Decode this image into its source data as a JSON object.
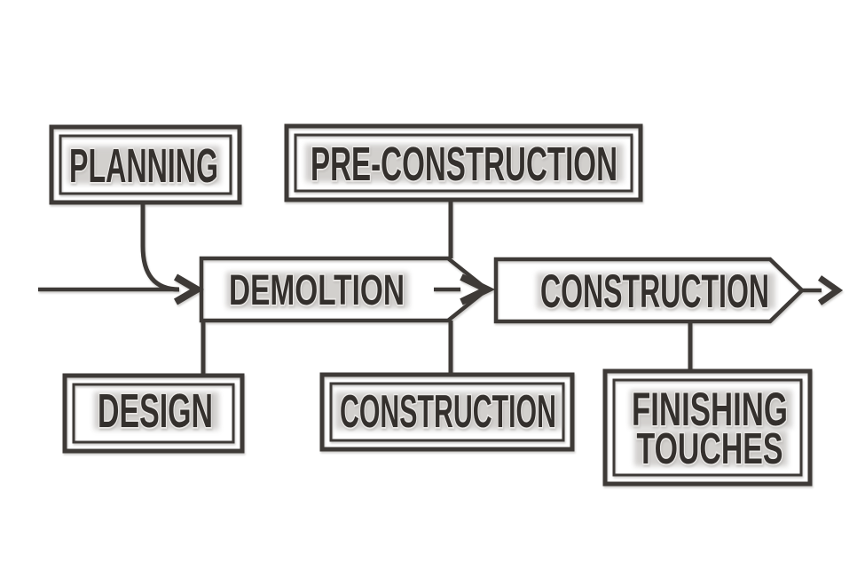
{
  "diagram": {
    "type": "flowchart",
    "colors": {
      "background": "#ffffff",
      "stroke": "#3e3a37",
      "text": "#34302d",
      "text_halo": "#e9e7e5",
      "shine": "#b5b1ae"
    },
    "nodes": {
      "planning": {
        "label": "PLANNING",
        "shape": "double-border-box"
      },
      "pre_construction": {
        "label": "PRE-CONSTRUCTION",
        "shape": "double-border-box"
      },
      "demolition": {
        "label": "DEMOLTION",
        "shape": "arrow-box"
      },
      "construction_main": {
        "label": "CONSTRUCTION",
        "shape": "arrow-box"
      },
      "design": {
        "label": "DESIGN",
        "shape": "double-border-box"
      },
      "construction_sub": {
        "label": "CONSTRUCTION",
        "shape": "double-border-box"
      },
      "finishing_touches": {
        "label": "FINISHING TOUCHES",
        "line1": "FINISHING",
        "line2": "TOUCHES",
        "shape": "double-border-box"
      }
    },
    "edges": [
      {
        "from": "start",
        "to": "demolition",
        "type": "arrow"
      },
      {
        "from": "planning",
        "to": "demolition",
        "type": "curved-arrow"
      },
      {
        "from": "pre_construction",
        "to": "demolition",
        "type": "line"
      },
      {
        "from": "demolition",
        "to": "construction_main",
        "type": "arrow"
      },
      {
        "from": "demolition",
        "to": "design",
        "type": "line"
      },
      {
        "from": "demolition",
        "to": "construction_sub",
        "type": "line"
      },
      {
        "from": "construction_main",
        "to": "finishing_touches",
        "type": "line"
      },
      {
        "from": "construction_main",
        "to": "end",
        "type": "arrow"
      }
    ]
  }
}
